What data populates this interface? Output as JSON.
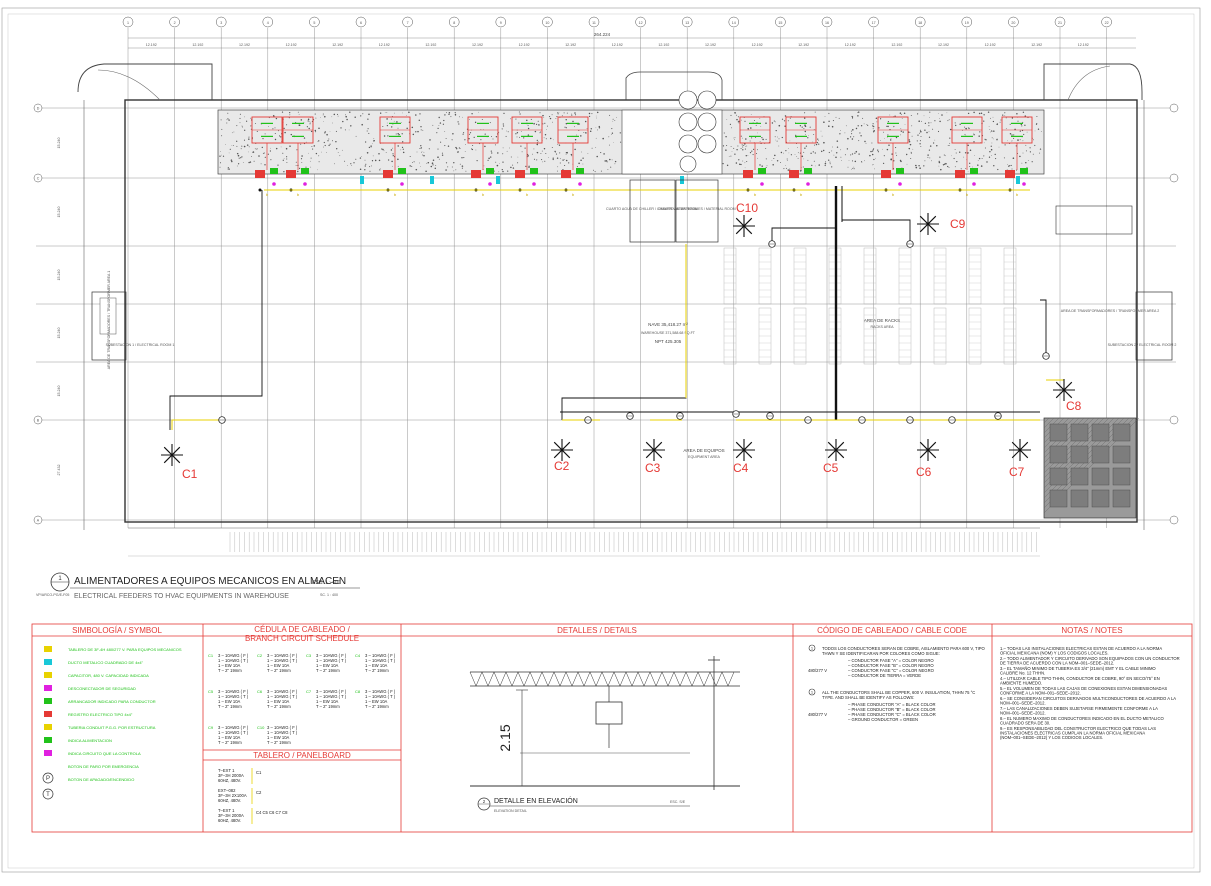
{
  "plan": {
    "overall_dim": "264.224",
    "bay_dims": [
      "12.192",
      "12.192",
      "12.192",
      "12.192",
      "12.192",
      "12.192",
      "12.192",
      "12.192",
      "12.192",
      "12.192",
      "12.192",
      "12.192",
      "12.192",
      "12.192",
      "12.192",
      "12.192",
      "12.192",
      "12.192",
      "12.192",
      "12.192",
      "12.192"
    ],
    "grid_numbers": [
      "1",
      "2",
      "3",
      "4",
      "5",
      "6",
      "7",
      "8",
      "9",
      "10",
      "11",
      "12",
      "13",
      "14",
      "15",
      "16",
      "17",
      "18",
      "19",
      "20",
      "21",
      "22"
    ],
    "grid_letters": [
      "D",
      "C",
      "B",
      "A"
    ],
    "row_dims": [
      "15.240",
      "15.240",
      "15.240",
      "15.240",
      "15.240",
      "27.432"
    ],
    "rooms": {
      "substation_1": "SUBESTACION 1 / ELECTRICAL ROOM 1",
      "substation_2": "SUBESTACION 2 / ELECTRICAL ROOM 2",
      "transformers_1": "AREA DE TRANSFORMADORES / TRANSFORMER AREA 1",
      "transformers_2": "AREA DE TRANSFORMADORES / TRANSFORMER AREA 2",
      "chilled_water": "CUARTO AGUA DE CHILLER / CHILLER WATER ROOM",
      "materials": "CUARTO DE MATERIALES / MATERIAL ROOM",
      "warehouse_1": "NAVE 35,418.27 m²",
      "warehouse_2": "WAREHOUSE 371,588.68 SQ.FT",
      "warehouse_3": "NPT 425.305",
      "racks": "AREA DE RACKS",
      "racks_en": "RACKS AREA",
      "equipment": "AREA DE EQUIPOS",
      "equipment_en": "EQUIPMENT AREA"
    },
    "units": [
      "C1",
      "C2",
      "C3",
      "C4",
      "C5",
      "C6",
      "C7",
      "C8",
      "C9",
      "C10"
    ]
  },
  "title_block": {
    "number": "1",
    "ref": "VP/ARCO-PG/E-F05",
    "title_es": "ALIMENTADORES A EQUIPOS MECANICOS EN ALMACEN",
    "title_en": "ELECTRICAL  FEEDERS TO HVAC EQUIPMENTS IN WAREHOUSE",
    "scale": "ESC. 1 : 400",
    "scale_en": "SC. 1 : 400"
  },
  "legend": {
    "header": "SIMBOLOGÍA / SYMBOL",
    "items": [
      "TABLERO DE 3F-4H 480/277 V. PARA EQUIPOS MECANICOS",
      "DUCTO METALICO CUADRADO DE 4x4\"",
      "CAPACITOR, 480 V. CAPACIDAD INDICADA",
      "DESCONECTADOR DE SEGURIDAD",
      "ARRANCADOR INDICADO PARA CONDUCTOR",
      "REGISTRO ELECTRICO TIPO 4x4\"",
      "TUBERIA CONDUIT P.G.G. POR ESTRUCTURA",
      "INDICA ALIMENTACION",
      "INDICA CIRCUITO QUE LA CONTROLA",
      "BOTON DE PARO POR EMERGENCIA",
      "BOTON DE APAGADO/ENCENDIDO"
    ],
    "symbol_p": "P",
    "symbol_t": "T"
  },
  "schedule": {
    "header_es": "CÉDULA DE CABLEADO /",
    "header_en": "BRANCH CIRCUIT SCHEDULE",
    "circuits": [
      {
        "id": "C1",
        "l1": "3 – 10AWG ( F )",
        "l2": "1 – 10AWG ( T )",
        "l3": "1 – EW 10A",
        "l4": "T – 2\" 19mm"
      },
      {
        "id": "C2",
        "l1": "3 – 10AWG ( F )",
        "l2": "1 – 10AWG ( T )",
        "l3": "1 – EW 10A",
        "l4": "T – 2\" 19mm"
      },
      {
        "id": "C3",
        "l1": "3 – 10AWG ( F )",
        "l2": "1 – 10AWG ( T )",
        "l3": "1 – EW 10A",
        "l4": "T – 2\" 19mm"
      },
      {
        "id": "C4",
        "l1": "3 – 10AWG ( F )",
        "l2": "1 – 10AWG ( T )",
        "l3": "1 – EW 10A",
        "l4": "T – 2\" 19mm"
      },
      {
        "id": "C5",
        "l1": "3 – 10AWG ( F )",
        "l2": "1 – 10AWG ( T )",
        "l3": "1 – EW 10A",
        "l4": "T – 2\" 19mm"
      },
      {
        "id": "C6",
        "l1": "3 – 10AWG ( F )",
        "l2": "1 – 10AWG ( T )",
        "l3": "1 – EW 10A",
        "l4": "T – 2\" 19mm"
      },
      {
        "id": "C7",
        "l1": "3 – 10AWG ( F )",
        "l2": "1 – 10AWG ( T )",
        "l3": "1 – EW 10A",
        "l4": "T – 2\" 19mm"
      },
      {
        "id": "C8",
        "l1": "3 – 10AWG ( F )",
        "l2": "1 – 10AWG ( T )",
        "l3": "1 – EW 10A",
        "l4": "T – 2\" 19mm"
      },
      {
        "id": "C9",
        "l1": "3 – 10AWG ( F )",
        "l2": "1 – 10AWG ( T )",
        "l3": "1 – EW 10A",
        "l4": "T – 2\" 19mm"
      },
      {
        "id": "C10",
        "l1": "3 – 10AWG ( F )",
        "l2": "1 – 10AWG ( T )",
        "l3": "1 – EW 10A",
        "l4": "T – 2\" 19mm"
      }
    ],
    "panel_header": "TABLERO / PANELBOARD",
    "panels": [
      {
        "name": "T–EXT 1",
        "spec": "3F–3H 2000A",
        "v": "60HZ, 480V.",
        "circuits": "C1"
      },
      {
        "name": "EXT–082",
        "spec": "3F–3H 2X100A",
        "v": "60HZ, 480V.",
        "circuits": "C2"
      },
      {
        "name": "T–EXT 1",
        "spec": "3F–3H 2000A",
        "v": "60HZ, 480V.",
        "circuits": "C4 C5 C6 C7 C8"
      }
    ]
  },
  "details": {
    "header": "DETALLES / DETAILS",
    "dim": "2.15",
    "title_num": "2",
    "title_es": "DETALLE EN ELEVACIÓN",
    "title_en": "ELEVATION DETAIL",
    "scale": "ESC.  S/E"
  },
  "cable_code": {
    "header": "CÓDIGO DE CABLEADO / CABLE CODE",
    "n1": "1",
    "intro_es": "TODOS LOS CONDUCTORES SERAN DE COBRE, AISLAMIENTO PARA 600 V, TIPO THWN Y SE IDENTIFICARAN POR COLORES COMO SIGUE:",
    "v1": "480/277 V",
    "rows_es": [
      "– CONDUCTOR FASE \"A\"  =  COLOR NEGRO",
      "– CONDUCTOR FASE \"B\"  =  COLOR NEGRO",
      "– CONDUCTOR FASE \"C\"  =  COLOR NEGRO",
      "– CONDUCTOR DE TIERRA  =  VERDE"
    ],
    "n2": "1",
    "intro_en": "ALL THE CONDUCTORS SHALL BE COPPER, 600 V. INSULATION, THHN 75 °C TYPE. AND SHALL BE IDENTIFY AS FOLLOWS:",
    "v2": "480/277 V",
    "rows_en": [
      "– PHASE CONDUCTOR \"A\"  =  BLACK COLOR",
      "– PHASE CONDUCTOR \"B\"  =  BLACK COLOR",
      "– PHASE CONDUCTOR \"C\"  =  BLACK COLOR",
      "– GROUND CONDUCTOR  =  GREEN"
    ]
  },
  "notes": {
    "header": "NOTAS / NOTES",
    "items": [
      "1.– TODAS LAS INSTALACIONES ELECTRICAS ESTAN DE ACUERDO A LA NORMA OFICIAL MEXICANA (NOM) Y LOS CODIGOS LOCALES.",
      "2.– TODO ALIMENTADOR Y CIRCUITO DERIVADO SON EQUIPADOS CON UN CONDUCTOR DE TIERRA DE ACUERDO CON LA NOM–001–SEDE–2012.",
      "3.– EL TAMAÑO MINIMO DE TUBERIA ES 3/4\" (21mm) EMT Y EL CABLE MINIMO CALIBRE No. 12 THHN.",
      "4.– UTILIZAR CABLE TIPO THHN, CONDUCTOR DE COBRE, 90° EN SECO/75° EN AMBIENTE HUMEDO.",
      "5.– EL VOLUMEN DE TODAS LAS CAJAS DE CONEXIONES ESTAN DIMENSIONADAS CONFORME A LA NOM–001–SEDE–2012.",
      "6.– SE CONSIDERAN CIRCUITOS DERIVADOS MULTICONDUCTORES DE ACUERDO A LA NOM–001–SEDE–2012.",
      "7.– LAS CANALIZACIONES DEBEN SUJETARSE FIRMEMENTE CONFORME A LA NOM–001–SEDE–2012.",
      "8.– EL NUMERO MAXIMO DE CONDUCTORES INDICADO EN EL DUCTO METALICO CUADRADO SERA DE 30.",
      "9.– ES RESPONSABILIDAD DEL CONSTRUCTOR ELECTRICO QUE TODAS LAS INSTALACIONES ELECTRICAS CUMPLAN LA NORMA OFICIAL MEXICANA (NOM–001–SEDE–2012) Y LOS CODIGOS LOCALES."
    ]
  },
  "colors": {
    "red": "#e53935",
    "green": "#21c21a",
    "yellow": "#e8d200",
    "magenta": "#e020e0",
    "cyan": "#18c8d8",
    "black": "#111111"
  }
}
